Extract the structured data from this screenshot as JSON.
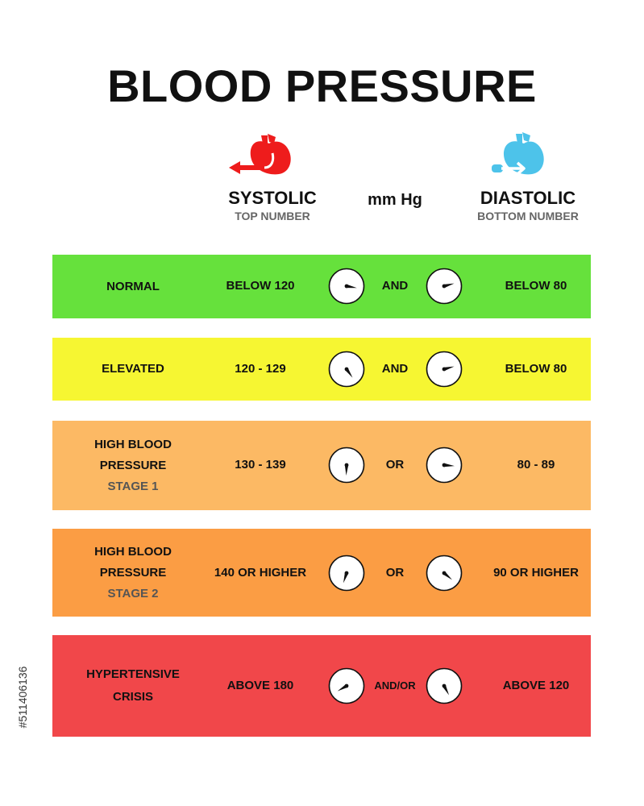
{
  "title": "BLOOD PRESSURE",
  "columns": {
    "systolic": {
      "title": "SYSTOLIC",
      "subtitle": "TOP NUMBER",
      "color": "#ee1c1c"
    },
    "unit": "mm Hg",
    "diastolic": {
      "title": "DIASTOLIC",
      "subtitle": "BOTTOM NUMBER",
      "color": "#4dc3ea"
    }
  },
  "categories": [
    {
      "label_lines": [
        "NORMAL"
      ],
      "stage": "",
      "systolic": "BELOW 120",
      "connector": "AND",
      "diastolic": "BELOW 80",
      "color": "#66e13c"
    },
    {
      "label_lines": [
        "ELEVATED"
      ],
      "stage": "",
      "systolic": "120 - 129",
      "connector": "AND",
      "diastolic": "BELOW 80",
      "color": "#f6f632"
    },
    {
      "label_lines": [
        "HIGH BLOOD",
        "PRESSURE"
      ],
      "stage": "STAGE 1",
      "systolic": "130 - 139",
      "connector": "OR",
      "diastolic": "80 - 89",
      "color": "#fcb964"
    },
    {
      "label_lines": [
        "HIGH BLOOD",
        "PRESSURE"
      ],
      "stage": "STAGE 2",
      "systolic": "140 OR HIGHER",
      "connector": "OR",
      "diastolic": "90 OR HIGHER",
      "color": "#fb9d44"
    },
    {
      "label_lines": [
        "HYPERTENSIVE",
        "CRISIS"
      ],
      "stage": "",
      "systolic": "ABOVE 180",
      "connector": "AND/OR",
      "diastolic": "ABOVE 120",
      "color": "#f1474a"
    }
  ],
  "stock_id": "#511406136"
}
